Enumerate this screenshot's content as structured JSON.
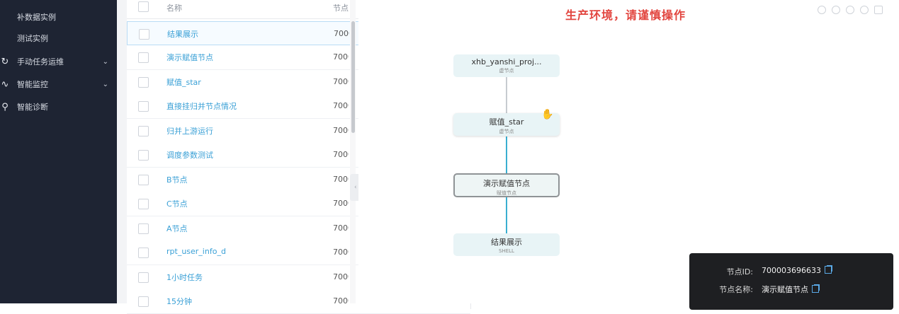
{
  "sidebar": {
    "items": [
      {
        "label": "补数据实例",
        "icon": "",
        "chevron": false
      },
      {
        "label": "测试实例",
        "icon": "",
        "chevron": false
      },
      {
        "label": "手动任务运维",
        "icon": "refresh-icon",
        "chevron": true
      },
      {
        "label": "智能监控",
        "icon": "pulse-icon",
        "chevron": true
      },
      {
        "label": "智能诊断",
        "icon": "diagnosis-icon",
        "chevron": false
      }
    ]
  },
  "list": {
    "header": {
      "name": "名称",
      "id": "节点"
    },
    "rows": [
      {
        "name": "结果展示",
        "id": "7000"
      },
      {
        "name": "演示赋值节点",
        "id": "7000"
      },
      {
        "name": "赋值_star",
        "id": "7000"
      },
      {
        "name": "直接挂归并节点情况",
        "id": "7000"
      },
      {
        "name": "归并上游运行",
        "id": "7000"
      },
      {
        "name": "调度参数测试",
        "id": "7000"
      },
      {
        "name": "B节点",
        "id": "7000"
      },
      {
        "name": "C节点",
        "id": "7000"
      },
      {
        "name": "A节点",
        "id": "7000"
      },
      {
        "name": "rpt_user_info_d",
        "id": "7000"
      },
      {
        "name": "1小时任务",
        "id": "7000"
      },
      {
        "name": "15分钟",
        "id": "7000"
      }
    ]
  },
  "canvas": {
    "warning": "生产环境，请谨慎操作",
    "nodes": [
      {
        "title": "xhb_yanshi_proj...",
        "sub": "虚节点"
      },
      {
        "title": "赋值_star",
        "sub": "虚节点"
      },
      {
        "title": "演示赋值节点",
        "sub": "赋值节点"
      },
      {
        "title": "结果展示",
        "sub": "SHELL"
      }
    ]
  },
  "info": {
    "id_label": "节点ID:",
    "id_value": "700003696633",
    "name_label": "节点名称:",
    "name_value": "演示赋值节点"
  }
}
